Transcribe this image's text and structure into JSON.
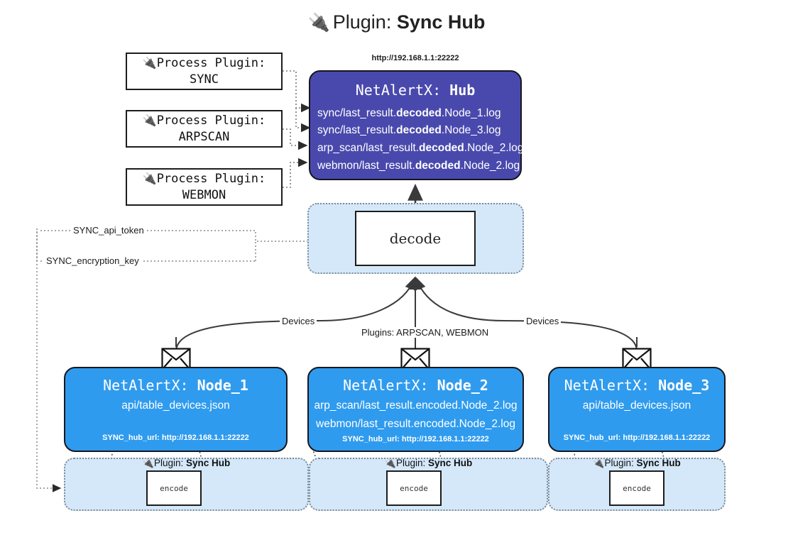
{
  "title": {
    "icon": "plug-icon",
    "glyph": "🔌",
    "prefix": "Plugin: ",
    "name": "Sync Hub"
  },
  "process_plugins": [
    {
      "glyph": "🔌",
      "line1": "Process Plugin:",
      "line2": "SYNC"
    },
    {
      "glyph": "🔌",
      "line1": "Process Plugin:",
      "line2": "ARPSCAN"
    },
    {
      "glyph": "🔌",
      "line1": "Process Plugin:",
      "line2": "WEBMON"
    }
  ],
  "hub": {
    "url": "http://192.168.1.1:22222",
    "title_prefix": "NetAlertX: ",
    "title_name": "Hub",
    "logs": [
      {
        "pre": "sync/last_result.",
        "mid": "decoded",
        "post": ".Node_1.log"
      },
      {
        "pre": "sync/last_result.",
        "mid": "decoded",
        "post": ".Node_3.log"
      },
      {
        "pre": "arp_scan/last_result.",
        "mid": "decoded",
        "post": ".Node_2.log"
      },
      {
        "pre": "webmon/last_result.",
        "mid": "decoded",
        "post": ".Node_2.log"
      }
    ]
  },
  "decode": {
    "label": "decode"
  },
  "secrets": [
    {
      "label": "SYNC_api_token"
    },
    {
      "label": "SYNC_encryption_key"
    }
  ],
  "mid_labels": {
    "devices_left": "Devices",
    "devices_right": "Devices",
    "plugins_center": "Plugins: ARPSCAN, WEBMON"
  },
  "nodes": [
    {
      "title_prefix": "NetAlertX: ",
      "title_name": "Node_1",
      "lines": [
        "api/table_devices.json"
      ],
      "footer": "SYNC_hub_url: http://192.168.1.1:22222",
      "icon": "envelope-icon"
    },
    {
      "title_prefix": "NetAlertX: ",
      "title_name": "Node_2",
      "lines": [
        "arp_scan/last_result.encoded.Node_2.log",
        "webmon/last_result.encoded.Node_2.log"
      ],
      "footer": "SYNC_hub_url: http://192.168.1.1:22222",
      "icon": "envelope-icon"
    },
    {
      "title_prefix": "NetAlertX: ",
      "title_name": "Node_3",
      "lines": [
        "api/table_devices.json"
      ],
      "footer": "SYNC_hub_url: http://192.168.1.1:22222",
      "icon": "envelope-icon"
    }
  ],
  "encoders": [
    {
      "glyph": "🔌",
      "plugin_prefix": "Plugin: ",
      "plugin_name": "Sync Hub",
      "label": "encode"
    },
    {
      "glyph": "🔌",
      "plugin_prefix": "Plugin: ",
      "plugin_name": "Sync Hub",
      "label": "encode"
    },
    {
      "glyph": "🔌",
      "plugin_prefix": "Plugin: ",
      "plugin_name": "Sync Hub",
      "label": "encode"
    }
  ],
  "colors": {
    "hub_fill": "#4949ad",
    "node_fill": "#2f9bee",
    "group_fill": "#d4e8fa",
    "stroke": "#16161f",
    "dotted": "#7e8a96"
  }
}
